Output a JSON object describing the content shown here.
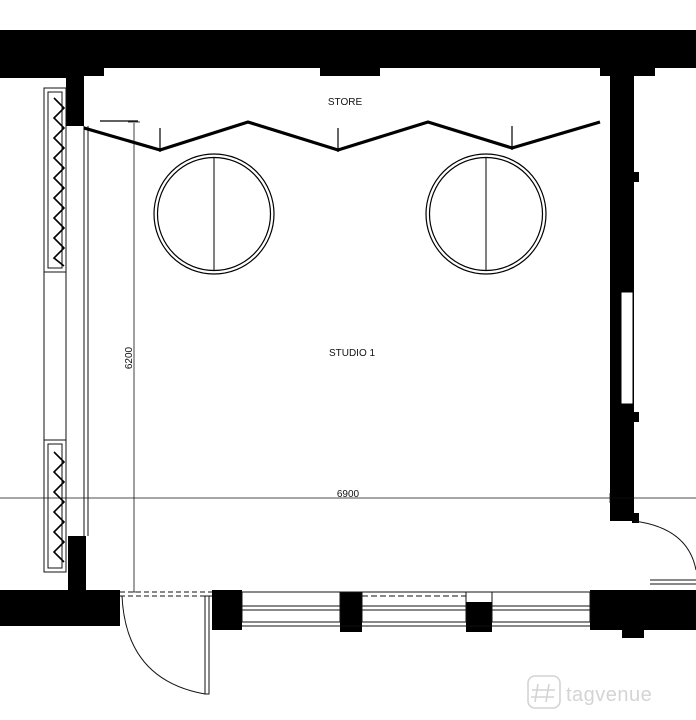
{
  "plan": {
    "rooms": {
      "store": "STORE",
      "studio": "STUDIO 1"
    },
    "dimensions": {
      "height": "6200",
      "width": "6900"
    }
  },
  "watermark": {
    "text": "tagvenue",
    "color": "#d4d4d4"
  },
  "colors": {
    "wall": "#000000",
    "line": "#111111",
    "background": "#ffffff"
  }
}
